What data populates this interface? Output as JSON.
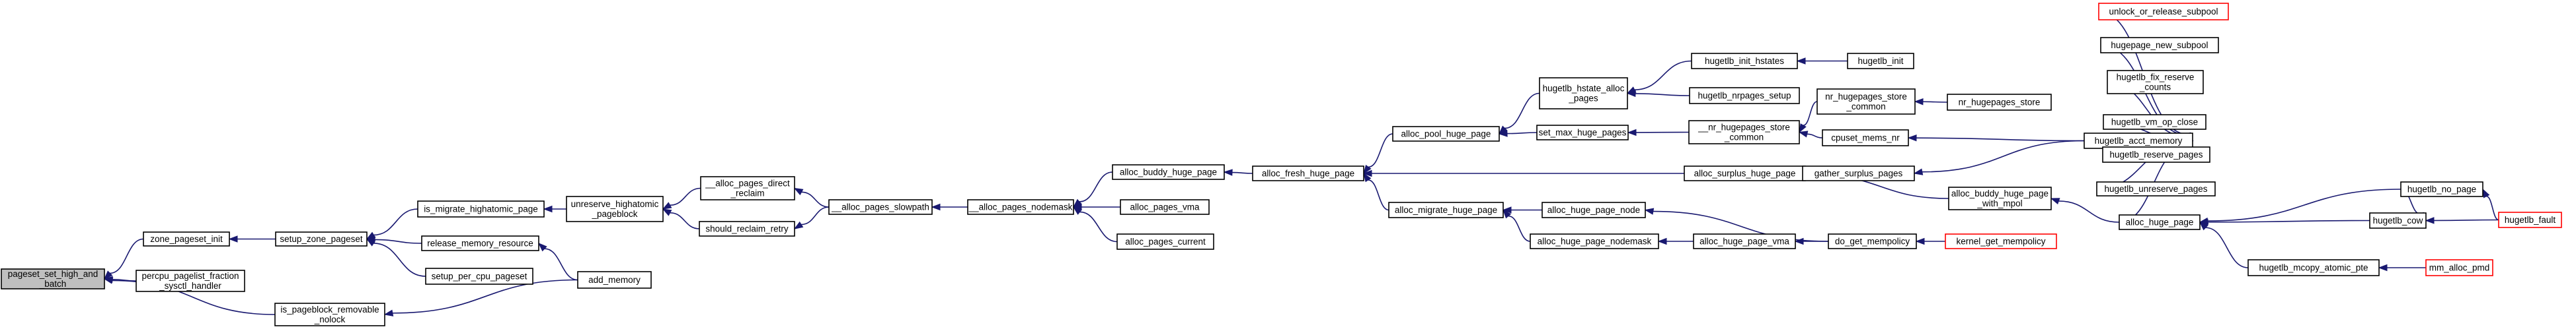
{
  "colors": {
    "edge": "#191970",
    "node_border": "#000000",
    "node_fill": "#ffffff",
    "current_fill": "#bfbfbf",
    "external_border": "#ff0000"
  },
  "nodes": {
    "pageset_set_high_and_batch": {
      "lines": [
        "pageset_set_high_and",
        "_batch"
      ],
      "current": true
    },
    "zone_pageset_init": {
      "lines": [
        "zone_pageset_init"
      ]
    },
    "percpu_pagelist_fraction_sysctl_handler": {
      "lines": [
        "percpu_pagelist_fraction",
        "_sysctl_handler"
      ]
    },
    "is_pageblock_removable_nolock": {
      "lines": [
        "is_pageblock_removable",
        "_nolock"
      ]
    },
    "setup_zone_pageset": {
      "lines": [
        "setup_zone_pageset"
      ]
    },
    "is_migrate_highatomic_page": {
      "lines": [
        "is_migrate_highatomic_page"
      ]
    },
    "release_memory_resource": {
      "lines": [
        "release_memory_resource"
      ]
    },
    "setup_per_cpu_pageset": {
      "lines": [
        "setup_per_cpu_pageset"
      ]
    },
    "add_memory": {
      "lines": [
        "add_memory"
      ]
    },
    "unreserve_highatomic_pageblock": {
      "lines": [
        "unreserve_highatomic",
        "_pageblock"
      ]
    },
    "alloc_pages_direct_reclaim": {
      "lines": [
        "__alloc_pages_direct",
        "_reclaim"
      ]
    },
    "should_reclaim_retry": {
      "lines": [
        "should_reclaim_retry"
      ]
    },
    "alloc_pages_slowpath": {
      "lines": [
        "__alloc_pages_slowpath"
      ]
    },
    "alloc_pages_nodemask": {
      "lines": [
        "__alloc_pages_nodemask"
      ]
    },
    "alloc_buddy_huge_page": {
      "lines": [
        "alloc_buddy_huge_page"
      ]
    },
    "alloc_pages_vma": {
      "lines": [
        "alloc_pages_vma"
      ]
    },
    "alloc_pages_current": {
      "lines": [
        "alloc_pages_current"
      ]
    },
    "alloc_fresh_huge_page": {
      "lines": [
        "alloc_fresh_huge_page"
      ]
    },
    "alloc_pool_huge_page": {
      "lines": [
        "alloc_pool_huge_page"
      ]
    },
    "alloc_surplus_huge_page": {
      "lines": [
        "alloc_surplus_huge_page"
      ]
    },
    "alloc_migrate_huge_page": {
      "lines": [
        "alloc_migrate_huge_page"
      ]
    },
    "hugetlb_hstate_alloc_pages": {
      "lines": [
        "hugetlb_hstate_alloc",
        "_pages"
      ]
    },
    "set_max_huge_pages": {
      "lines": [
        "set_max_huge_pages"
      ]
    },
    "hugetlb_init_hstates": {
      "lines": [
        "hugetlb_init_hstates"
      ]
    },
    "hugetlb_nrpages_setup": {
      "lines": [
        "hugetlb_nrpages_setup"
      ]
    },
    "hugetlb_init": {
      "lines": [
        "hugetlb_init"
      ]
    },
    "nr_hugepages_store_common_outer": {
      "lines": [
        "__nr_hugepages_store",
        "_common"
      ]
    },
    "nr_hugepages_store_common_inner": {
      "lines": [
        "nr_hugepages_store",
        "_common"
      ]
    },
    "nr_hugepages_store": {
      "lines": [
        "nr_hugepages_store"
      ]
    },
    "cpuset_mems_nr": {
      "lines": [
        "cpuset_mems_nr"
      ]
    },
    "gather_surplus_pages": {
      "lines": [
        "gather_surplus_pages"
      ]
    },
    "alloc_buddy_huge_page_with_mpol": {
      "lines": [
        "alloc_buddy_huge_page",
        "_with_mpol"
      ]
    },
    "alloc_huge_page_node": {
      "lines": [
        "alloc_huge_page_node"
      ]
    },
    "alloc_huge_page_nodemask": {
      "lines": [
        "alloc_huge_page_nodemask"
      ]
    },
    "alloc_huge_page_vma": {
      "lines": [
        "alloc_huge_page_vma"
      ]
    },
    "do_get_mempolicy": {
      "lines": [
        "do_get_mempolicy"
      ]
    },
    "kernel_get_mempolicy": {
      "lines": [
        "kernel_get_mempolicy"
      ],
      "external": true
    },
    "hugetlb_acct_memory": {
      "lines": [
        "hugetlb_acct_memory"
      ]
    },
    "alloc_huge_page": {
      "lines": [
        "alloc_huge_page"
      ]
    },
    "unlock_or_release_subpool": {
      "lines": [
        "unlock_or_release_subpool"
      ],
      "external": true
    },
    "hugepage_new_subpool": {
      "lines": [
        "hugepage_new_subpool"
      ]
    },
    "hugetlb_fix_reserve_counts": {
      "lines": [
        "hugetlb_fix_reserve",
        "_counts"
      ]
    },
    "hugetlb_vm_op_close": {
      "lines": [
        "hugetlb_vm_op_close"
      ]
    },
    "hugetlb_reserve_pages": {
      "lines": [
        "hugetlb_reserve_pages"
      ]
    },
    "hugetlb_unreserve_pages": {
      "lines": [
        "hugetlb_unreserve_pages"
      ]
    },
    "hugetlb_no_page": {
      "lines": [
        "hugetlb_no_page"
      ]
    },
    "hugetlb_cow": {
      "lines": [
        "hugetlb_cow"
      ]
    },
    "hugetlb_mcopy_atomic_pte": {
      "lines": [
        "hugetlb_mcopy_atomic_pte"
      ]
    },
    "hugetlb_fault": {
      "lines": [
        "hugetlb_fault"
      ],
      "external": true
    },
    "mm_alloc_pmd": {
      "lines": [
        "mm_alloc_pmd"
      ],
      "external": true
    }
  }
}
